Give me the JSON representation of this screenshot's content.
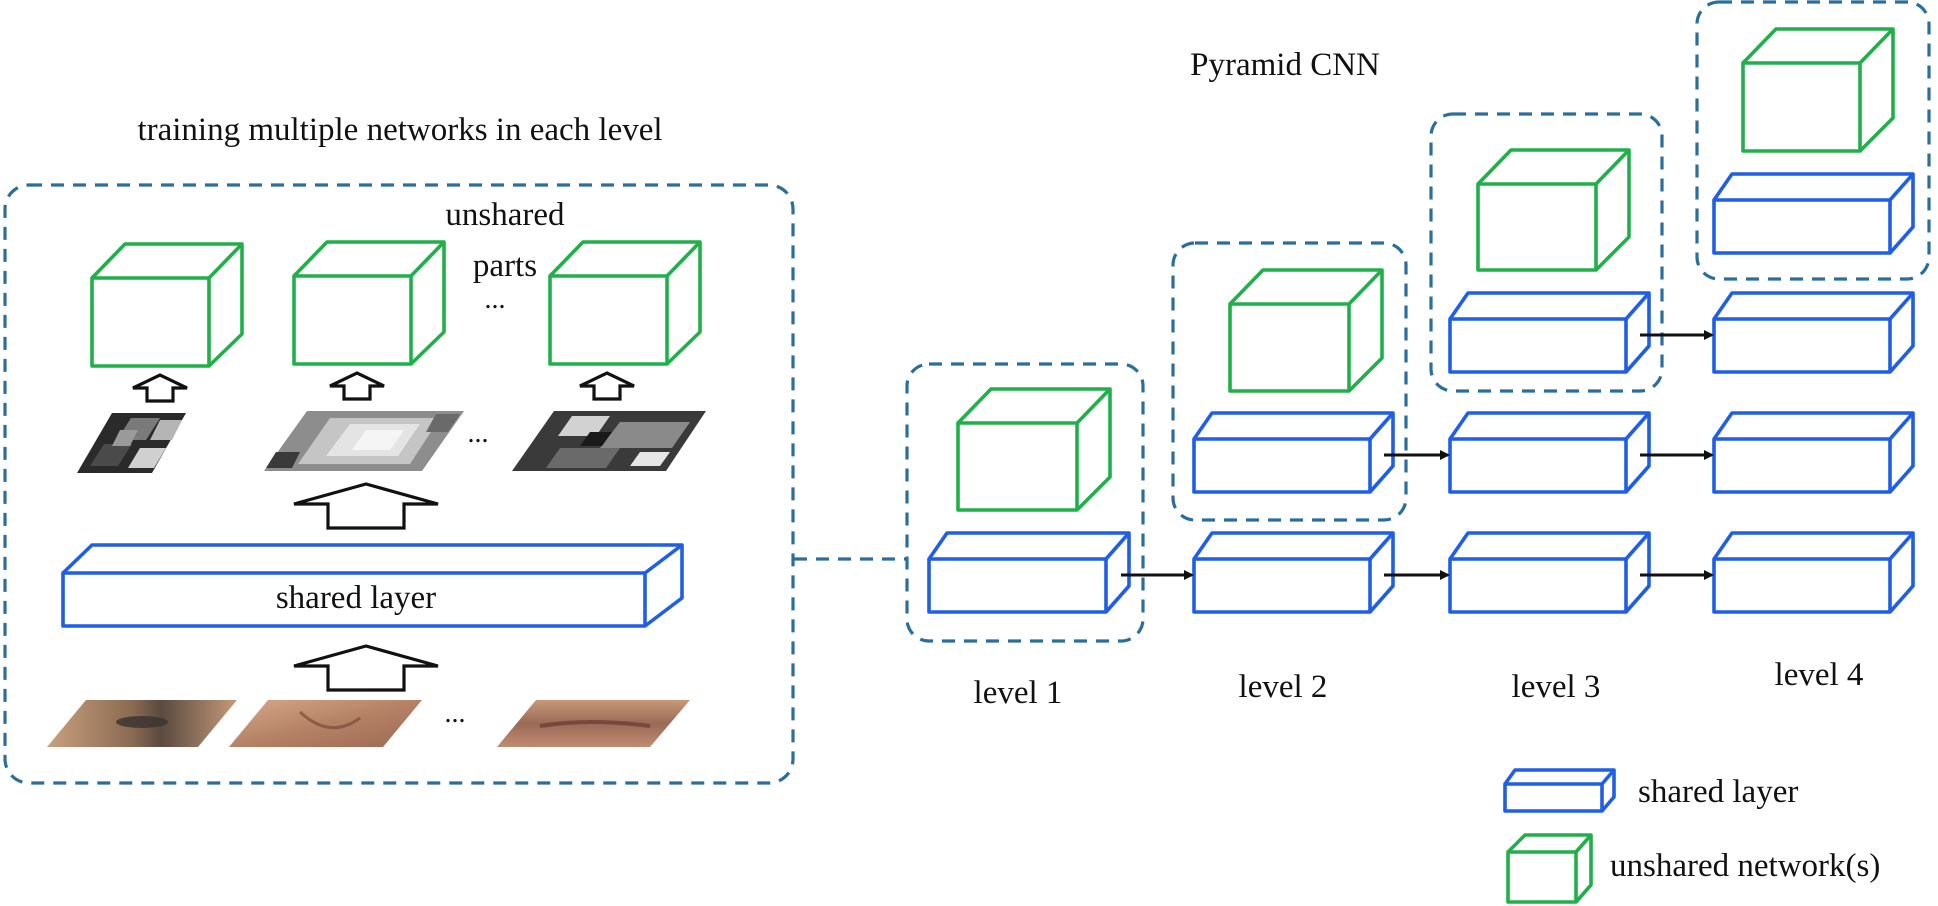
{
  "colors": {
    "shared": "#1f5ee6",
    "unshared": "#1fb04a",
    "dashed_border": "#2a6e9e",
    "arrow": "#111111"
  },
  "left_panel": {
    "title": "training multiple networks in each level",
    "unshared_label_line1": "unshared",
    "unshared_label_line2": "parts",
    "ellipsis": "...",
    "shared_layer_label": "shared layer"
  },
  "right_panel": {
    "title": "Pyramid CNN",
    "levels": [
      "level 1",
      "level 2",
      "level 3",
      "level 4"
    ]
  },
  "legend": {
    "shared": "shared layer",
    "unshared": "unshared network(s)"
  }
}
